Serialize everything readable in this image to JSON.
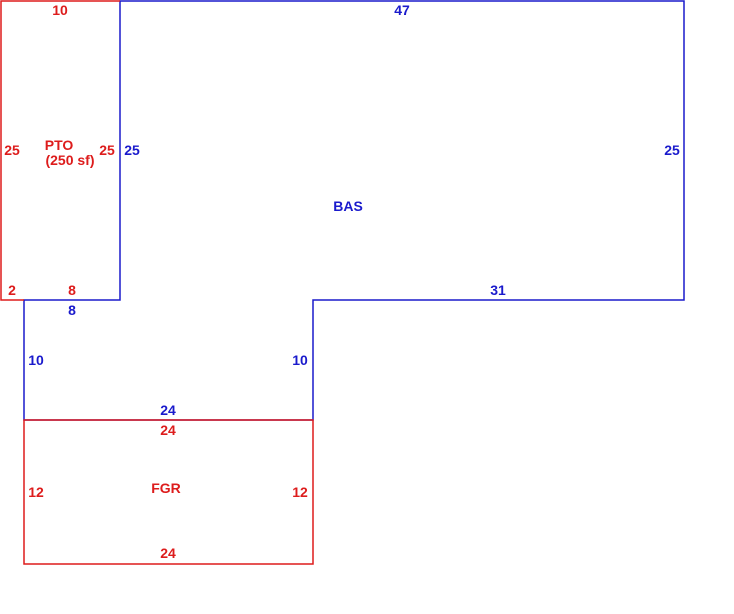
{
  "colors": {
    "bas": "#1a1acc",
    "pto": "#dd1c1c",
    "fgr": "#dd1c1c"
  },
  "pto": {
    "label": "PTO",
    "area": "(250 sf)",
    "dims": {
      "top": "10",
      "left": "25",
      "right": "25",
      "bottom_left": "2",
      "bottom_right": "8"
    }
  },
  "bas": {
    "label": "BAS",
    "dims": {
      "top": "47",
      "right": "25",
      "left_upper": "25",
      "step_right": "31",
      "step_left": "8",
      "left_lower": "10",
      "step_inner": "10",
      "bottom": "24"
    }
  },
  "fgr": {
    "label": "FGR",
    "dims": {
      "top": "24",
      "left": "12",
      "right": "12",
      "bottom": "24"
    }
  }
}
